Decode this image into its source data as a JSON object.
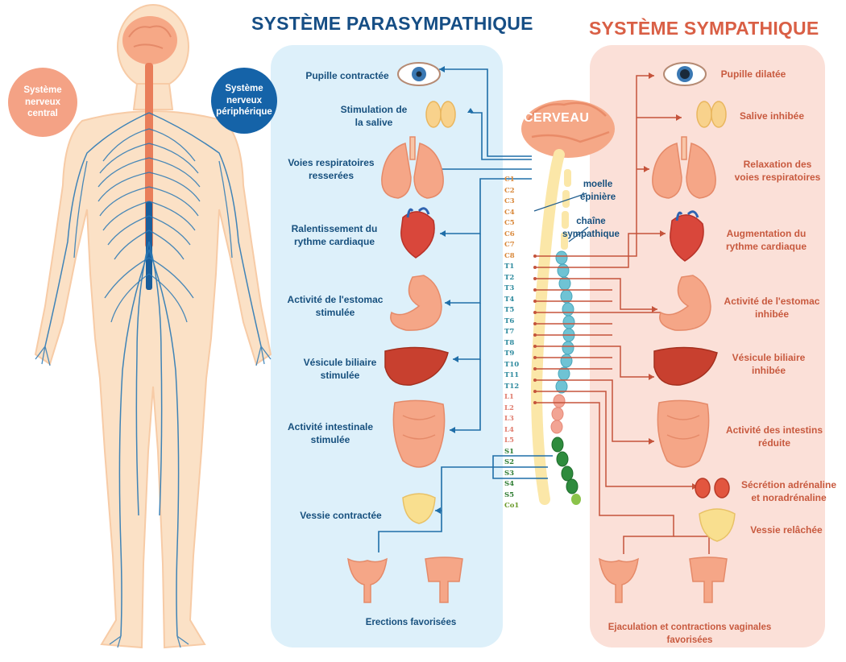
{
  "titles": {
    "parasympathetic": "SYSTÈME PARASYMPATHIQUE",
    "sympathetic": "SYSTÈME SYMPATHIQUE"
  },
  "circles": {
    "central": "Système\nnerveux\ncentral",
    "peripheral": "Système\nnerveux\npériphérique"
  },
  "brain": "CERVEAU",
  "spine_labels": {
    "moelle": "moelle\népinière",
    "chaine": "chaîne\nsympathique"
  },
  "vertebrae": [
    {
      "name": "C1",
      "color": "#d9883a"
    },
    {
      "name": "C2",
      "color": "#d9883a"
    },
    {
      "name": "C3",
      "color": "#d9883a"
    },
    {
      "name": "C4",
      "color": "#d9883a"
    },
    {
      "name": "C5",
      "color": "#d9883a"
    },
    {
      "name": "C6",
      "color": "#d9883a"
    },
    {
      "name": "C7",
      "color": "#d9883a"
    },
    {
      "name": "C8",
      "color": "#d9883a"
    },
    {
      "name": "T1",
      "color": "#2d8a9e"
    },
    {
      "name": "T2",
      "color": "#2d8a9e"
    },
    {
      "name": "T3",
      "color": "#2d8a9e"
    },
    {
      "name": "T4",
      "color": "#2d8a9e"
    },
    {
      "name": "T5",
      "color": "#2d8a9e"
    },
    {
      "name": "T6",
      "color": "#2d8a9e"
    },
    {
      "name": "T7",
      "color": "#2d8a9e"
    },
    {
      "name": "T8",
      "color": "#2d8a9e"
    },
    {
      "name": "T9",
      "color": "#2d8a9e"
    },
    {
      "name": "T10",
      "color": "#2d8a9e"
    },
    {
      "name": "T11",
      "color": "#2d8a9e"
    },
    {
      "name": "T12",
      "color": "#2d8a9e"
    },
    {
      "name": "L1",
      "color": "#e07c6e"
    },
    {
      "name": "L2",
      "color": "#e07c6e"
    },
    {
      "name": "L3",
      "color": "#e07c6e"
    },
    {
      "name": "L4",
      "color": "#e07c6e"
    },
    {
      "name": "L5",
      "color": "#e07c6e"
    },
    {
      "name": "S1",
      "color": "#2e7d32"
    },
    {
      "name": "S2",
      "color": "#2e7d32"
    },
    {
      "name": "S3",
      "color": "#2e7d32"
    },
    {
      "name": "S4",
      "color": "#2e7d32"
    },
    {
      "name": "S5",
      "color": "#2e7d32"
    },
    {
      "name": "Co1",
      "color": "#6a9a2a"
    }
  ],
  "parasympathetic": {
    "pupil": "Pupille contractée",
    "saliva": "Stimulation de\nla salive",
    "airways": "Voies respiratoires\nresserées",
    "heart": "Ralentissement du\nrythme cardiaque",
    "stomach": "Activité de l'estomac\nstimulée",
    "gallbladder": "Vésicule biliaire\nstimulée",
    "intestine": "Activité intestinale\nstimulée",
    "bladder": "Vessie contractée",
    "genital": "Erections favorisées"
  },
  "sympathetic": {
    "pupil": "Pupille dilatée",
    "saliva": "Salive inhibée",
    "airways": "Relaxation des\nvoies respiratoires",
    "heart": "Augmentation du\nrythme cardiaque",
    "stomach": "Activité de l'estomac\ninhibée",
    "gallbladder": "Vésicule biliaire\ninhibée",
    "intestine": "Activité des intestins\nréduite",
    "adrenal": "Sécrétion adrénaline\net noradrénaline",
    "bladder": "Vessie relâchée",
    "genital": "Ejaculation et contractions vaginales\nfavorisées"
  },
  "colors": {
    "parasympathetic_accent": "#164e85",
    "sympathetic_accent": "#d95f45",
    "parasympathetic_panel": "#ddf0fa",
    "sympathetic_panel": "#fbe0d8",
    "nerve_blue": "#1f6ea8",
    "organ_orange": "#f2a37e"
  }
}
